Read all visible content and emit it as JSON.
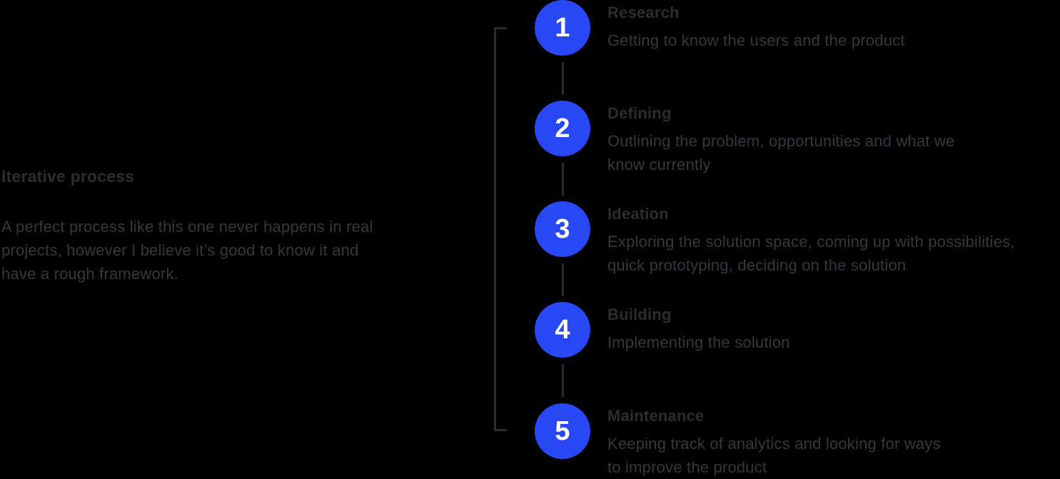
{
  "colors": {
    "background": "#000000",
    "accent_blue": "#2847f5",
    "title_text": "#2d2d30",
    "body_text": "#37373d",
    "line": "#2b2b2b",
    "number_text": "#ffffff"
  },
  "intro": {
    "heading": "Iterative process",
    "lines": [
      "A perfect process like this one never happens in real",
      "projects, however I believe it’s good to know it and",
      "have a rough framework."
    ]
  },
  "steps": [
    {
      "number": "1",
      "title": "Research",
      "lines": [
        "Getting to know the users and the product"
      ]
    },
    {
      "number": "2",
      "title": "Defining",
      "lines": [
        "Outlining the problem, opportunities and what we",
        "know currently"
      ]
    },
    {
      "number": "3",
      "title": "Ideation",
      "lines": [
        "Exploring the solution space, coming up with possibilities,",
        "quick prototyping, deciding on the solution"
      ]
    },
    {
      "number": "4",
      "title": "Building",
      "lines": [
        "Implementing the solution"
      ]
    },
    {
      "number": "5",
      "title": "Maintenance",
      "lines": [
        "Keeping track of analytics and looking for ways",
        "to improve the product"
      ]
    }
  ]
}
